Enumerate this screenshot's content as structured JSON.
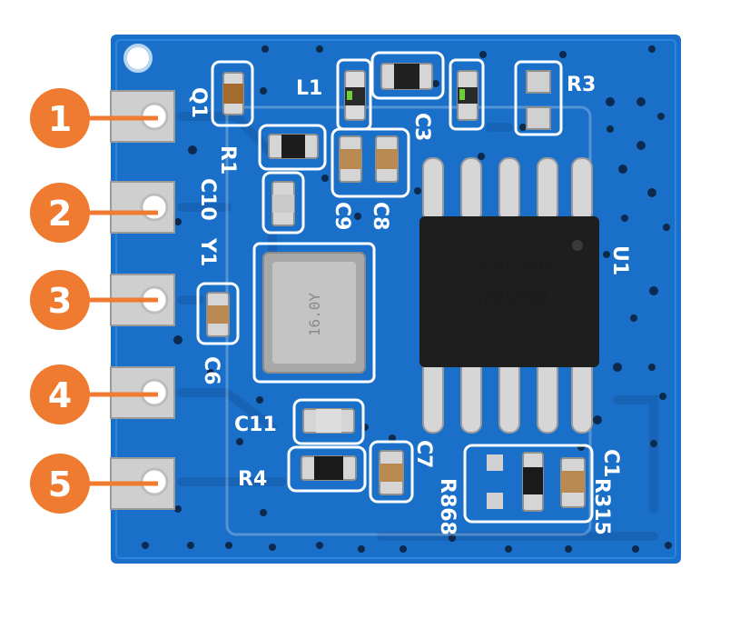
{
  "colors": {
    "pcb": "#1a70c8",
    "pcb_dark": "#145fae",
    "silkscreen": "#ffffff",
    "callout": "#ee7b30",
    "pad": "#d8d8d8",
    "chip": "#1e1e1e",
    "crystal": "#bdbdbd"
  },
  "pins": [
    {
      "number": "1"
    },
    {
      "number": "2"
    },
    {
      "number": "3"
    },
    {
      "number": "4"
    },
    {
      "number": "5"
    }
  ],
  "silkscreen_labels": {
    "q1": "Q1",
    "l1": "L1",
    "r3": "R3",
    "r1": "R1",
    "c3": "C3",
    "c9": "C9",
    "c8": "C8",
    "c10": "C10",
    "y1": "Y1",
    "u1": "U1",
    "c6": "C6",
    "c11": "C11",
    "r4": "R4",
    "c7": "C7",
    "c1": "C1",
    "r868": "R868",
    "r315": "R315"
  },
  "chip_marking": {
    "line1": "8G2502C",
    "line2": "X6KE066I"
  },
  "crystal_marking": "16.0Y"
}
